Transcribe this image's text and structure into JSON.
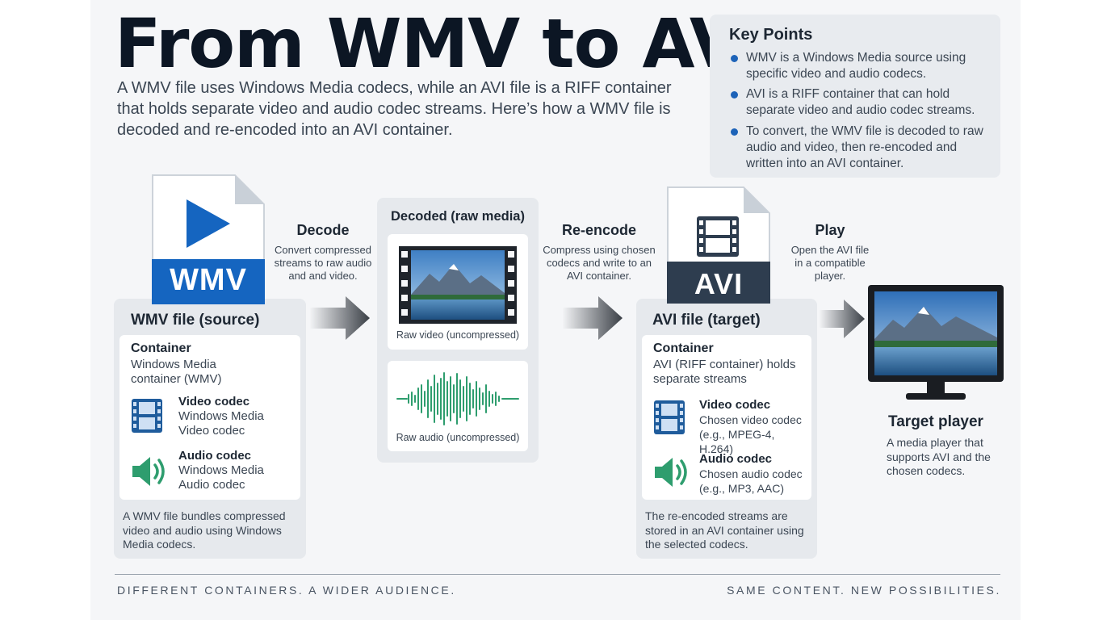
{
  "header": {
    "title": "From WMV to AVI",
    "subtitle": "A WMV file uses Windows Media codecs, while an AVI file is a RIFF container that holds separate video and audio codec streams. Here’s how a WMV file is decoded and re-encoded into an AVI container."
  },
  "key_points": {
    "title": "Key Points",
    "items": [
      "WMV is a Windows Media source using specific video and audio codecs.",
      "AVI is a RIFF container that can hold separate video and audio codec streams.",
      "To convert, the WMV file is decoded to raw audio and video, then re-encoded and written into an AVI container."
    ]
  },
  "wmv_file": {
    "icon_label": "WMV",
    "title": "WMV file (source)",
    "container_label": "Container",
    "container_value": "Windows Media container (WMV)",
    "video_label": "Video codec",
    "video_value": "Windows Media Video codec",
    "audio_label": "Audio codec",
    "audio_value": "Windows Media Audio codec",
    "note": "A WMV file bundles compressed video and audio using Windows Media codecs."
  },
  "decode": {
    "title": "Decode",
    "desc": "Convert compressed streams to raw audio and and video."
  },
  "decoded": {
    "title": "Decoded (raw media)",
    "video_caption": "Raw video (uncompressed)",
    "audio_caption": "Raw audio (uncompressed)"
  },
  "reencode": {
    "title": "Re-encode",
    "desc": "Compress using chosen codecs and write to an AVI container."
  },
  "avi_file": {
    "icon_label": "AVI",
    "title": "AVI file (target)",
    "container_label": "Container",
    "container_value": "AVI (RIFF container) holds separate streams",
    "video_label": "Video codec",
    "video_value": "Chosen video codec (e.g., MPEG-4, H.264)",
    "audio_label": "Audio codec",
    "audio_value": "Chosen audio codec (e.g., MP3, AAC)",
    "note": "The re-encoded streams are stored in an AVI container using the selected codecs."
  },
  "play": {
    "title": "Play",
    "desc": "Open the AVI file in a compatible player."
  },
  "target_player": {
    "title": "Target player",
    "desc": "A media player that supports AVI and the chosen codecs."
  },
  "footer": {
    "left": "DIFFERENT CONTAINERS. A WIDER AUDIENCE.",
    "right": "SAME CONTENT. NEW POSSIBILITIES."
  },
  "colors": {
    "wmv_blue": "#1565c0",
    "avi_dark": "#2e3d4f",
    "codec_blue": "#1f5c9c",
    "audio_green": "#2e9d6e",
    "dot_blue": "#1d63b8"
  }
}
